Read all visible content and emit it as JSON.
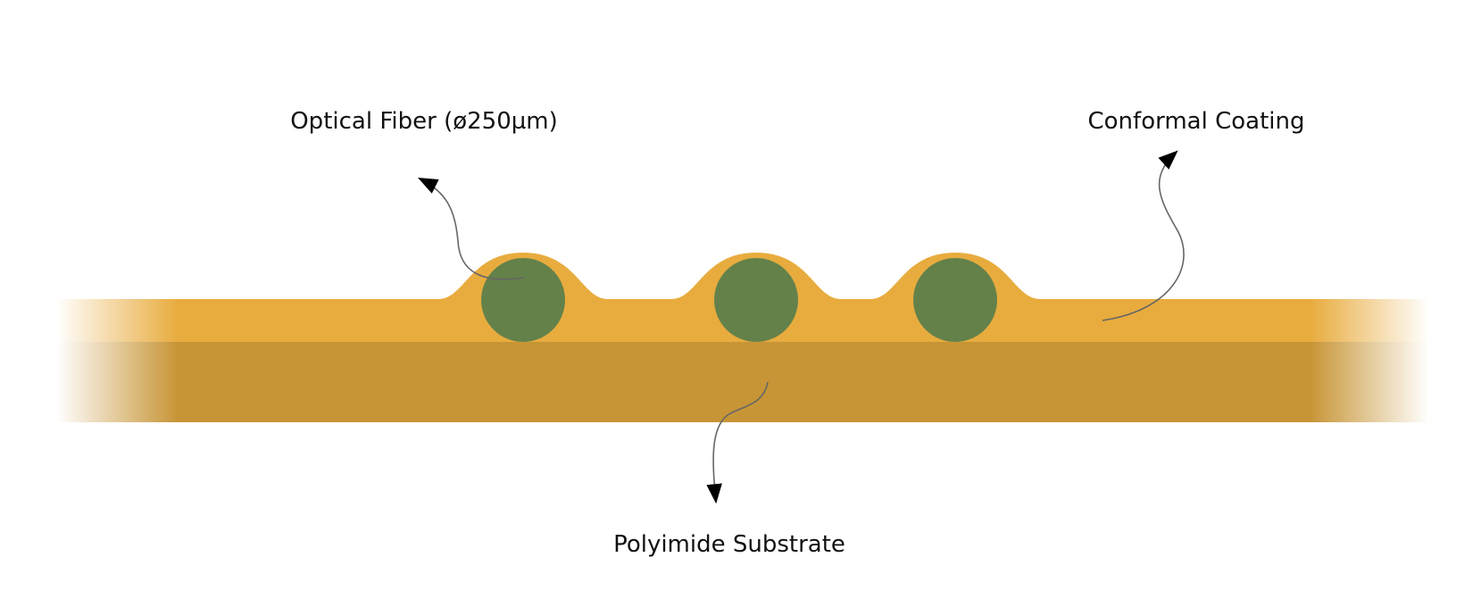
{
  "labels": {
    "fiber": "Optical Fiber (ø250µm)",
    "coating": "Conformal Coating",
    "substrate": "Polyimide Substrate"
  },
  "colors": {
    "coating": "#E8AC3E",
    "substrate": "#C79536",
    "fiber": "#64814A",
    "leader": "#666666",
    "arrowhead": "#000000"
  },
  "fiber_count": 3
}
